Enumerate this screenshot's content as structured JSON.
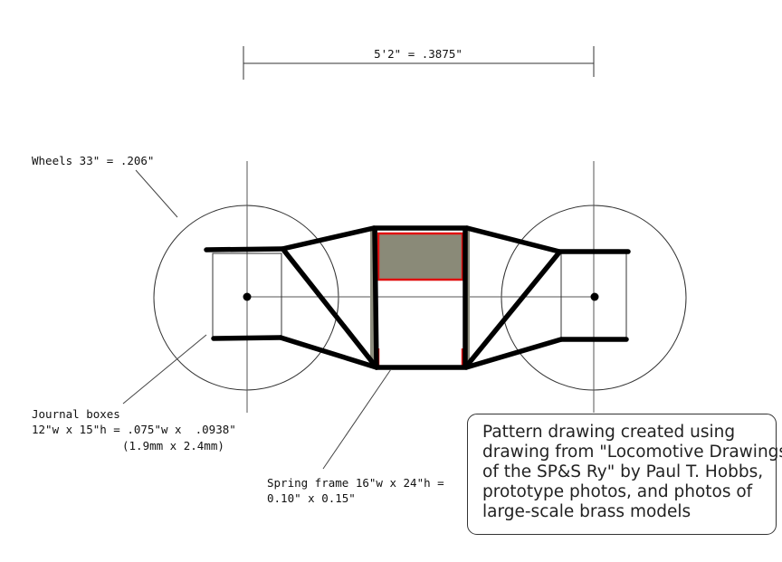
{
  "labels": {
    "dimension": "5'2\" = .3875\"",
    "wheels": "Wheels 33\" = .206\"",
    "journal_line1": "Journal boxes",
    "journal_line2": "12\"w x 15\"h = .075\"w x  .0938\"",
    "journal_line3": "(1.9mm x 2.4mm)",
    "spring_line1": "Spring frame 16\"w x 24\"h =",
    "spring_line2": "0.10\" x 0.15\""
  },
  "note": {
    "lines": [
      "Pattern drawing created using",
      "drawing from \"Locomotive Drawings",
      "of the SP&S Ry\" by Paul T. Hobbs,",
      "prototype photos, and photos of",
      "large-scale brass models"
    ]
  },
  "colors": {
    "line": "#000000",
    "thin_line": "#444444",
    "spring_red": "#e01010",
    "spring_fill": "#8a8a78",
    "bolster_gray": "#8e8e7e"
  }
}
